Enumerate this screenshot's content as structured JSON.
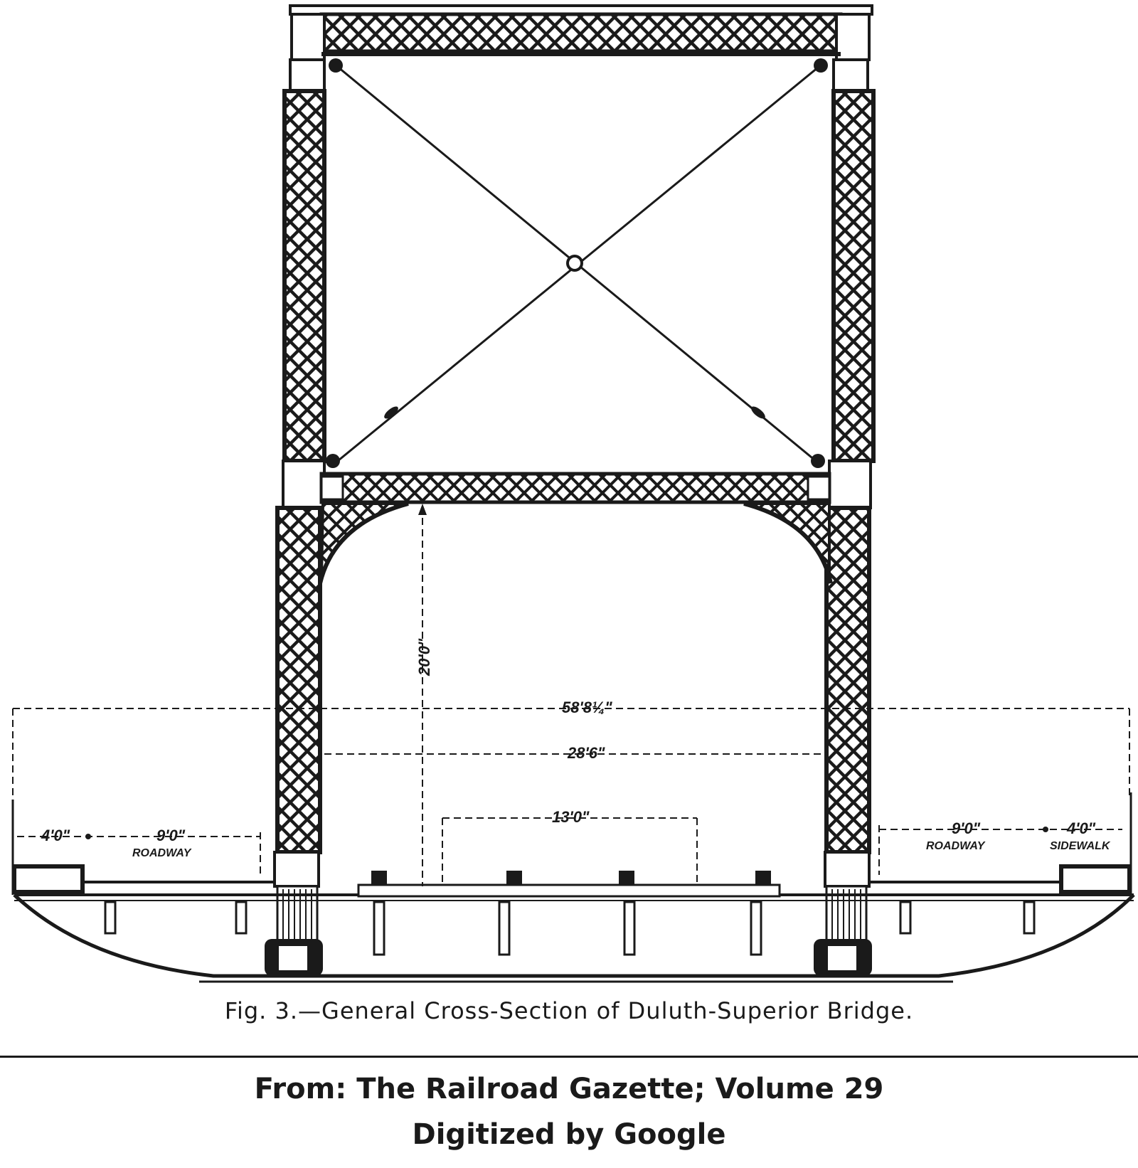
{
  "figure": {
    "caption": "Fig. 3.—General Cross-Section of Duluth-Superior Bridge.",
    "dimensions": {
      "overall_width": "58'8¼\"",
      "between_towers": "28'6\"",
      "center_span": "13'0\"",
      "clearance_height": "20'0\"",
      "left_sidewalk_width": "4'0\"",
      "left_roadway_width": "9'0\"",
      "left_roadway_label": "ROADWAY",
      "right_roadway_width": "9'0\"",
      "right_roadway_label": "ROADWAY",
      "right_sidewalk_width": "4'0\"",
      "right_sidewalk_label": "SIDEWALK"
    }
  },
  "source": {
    "line1": "From: The Railroad Gazette; Volume 29",
    "line2": "Digitized by Google"
  }
}
